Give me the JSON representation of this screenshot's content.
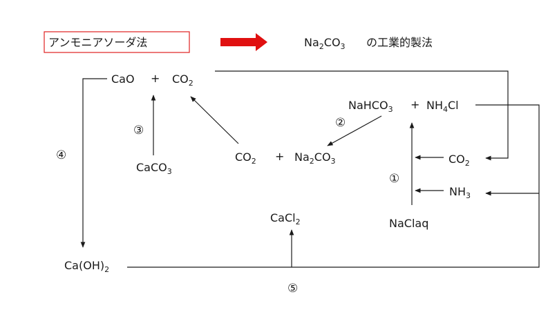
{
  "title": {
    "label": "アンモニアソーダ法",
    "box_color": "#e02020",
    "arrow_color": "#e01010",
    "na": "Na",
    "na_sub": "2",
    "co": "CO",
    "co_sub": "3",
    "suffix": "の工業的製法"
  },
  "nodes": {
    "cao": "CaO",
    "plus1": "+",
    "co2_top": "CO",
    "co2_top_sub": "2",
    "caco3": "CaCO",
    "caco3_sub": "3",
    "co2_mid": "CO",
    "co2_mid_sub": "2",
    "plus2": "+",
    "na2co3_na": "Na",
    "na2co3_na_sub": "2",
    "na2co3_co": "CO",
    "na2co3_co_sub": "3",
    "nahco3": "NaHCO",
    "nahco3_sub": "3",
    "plus3": "+",
    "nh4cl_nh": "NH",
    "nh4cl_nh_sub": "4",
    "nh4cl_cl": "Cl",
    "co2_right": "CO",
    "co2_right_sub": "2",
    "nh3": "NH",
    "nh3_sub": "3",
    "naclaq": "NaClaq",
    "cacl2": "CaCl",
    "cacl2_sub": "2",
    "caoh2": "Ca(OH)",
    "caoh2_sub": "2"
  },
  "steps": [
    "①",
    "②",
    "③",
    "④",
    "⑤"
  ]
}
